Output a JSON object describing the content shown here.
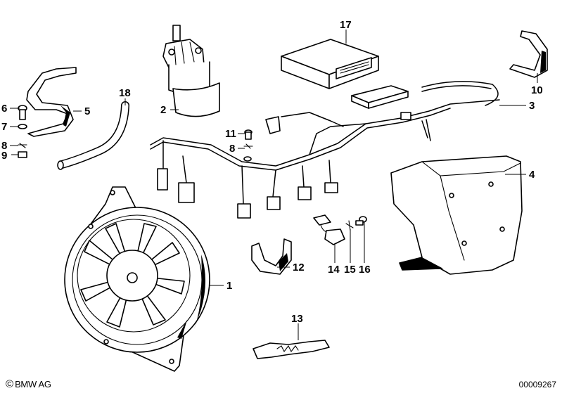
{
  "callouts": [
    {
      "id": "1",
      "text": "1"
    },
    {
      "id": "2",
      "text": "2"
    },
    {
      "id": "3",
      "text": "3"
    },
    {
      "id": "4",
      "text": "4"
    },
    {
      "id": "5",
      "text": "5"
    },
    {
      "id": "6",
      "text": "6"
    },
    {
      "id": "7",
      "text": "7"
    },
    {
      "id": "8a",
      "text": "8"
    },
    {
      "id": "8b",
      "text": "8"
    },
    {
      "id": "9",
      "text": "9"
    },
    {
      "id": "10",
      "text": "10"
    },
    {
      "id": "11",
      "text": "11"
    },
    {
      "id": "12",
      "text": "12"
    },
    {
      "id": "13",
      "text": "13"
    },
    {
      "id": "14",
      "text": "14"
    },
    {
      "id": "15",
      "text": "15"
    },
    {
      "id": "16",
      "text": "16"
    },
    {
      "id": "17",
      "text": "17"
    },
    {
      "id": "18",
      "text": "18"
    }
  ],
  "footer": {
    "copyright_symbol": "©",
    "brand": "BMW AG",
    "doc_number": "00009267"
  }
}
